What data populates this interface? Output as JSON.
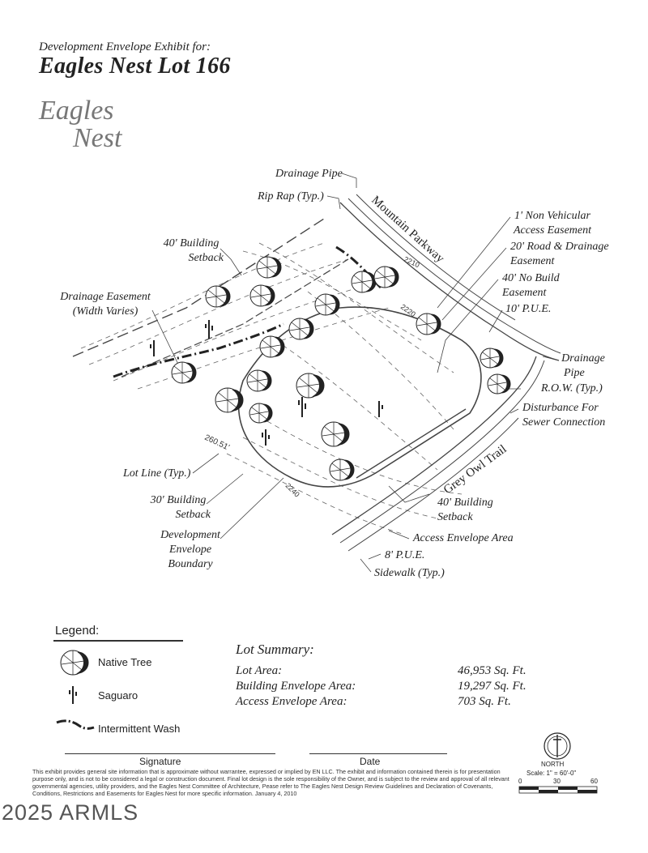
{
  "header": {
    "subtitle": "Development Envelope Exhibit for:",
    "title": "Eagles Nest Lot 166",
    "logo_line1": "Eagles",
    "logo_line2": "Nest"
  },
  "map": {
    "streets": {
      "mountain_parkway": "Mountain Parkway",
      "grey_owl_trail": "Grey Owl Trail"
    },
    "contours": [
      "2210",
      "2220",
      "2240"
    ],
    "lot_dimension": "260.51'",
    "labels": {
      "drainage_pipe_top": "Drainage Pipe",
      "rip_rap": "Rip Rap (Typ.)",
      "non_vehicular_1": "1' Non Vehicular",
      "non_vehicular_2": "Access Easement",
      "road_drainage_1": "20' Road & Drainage",
      "road_drainage_2": "Easement",
      "no_build_1": "40' No Build",
      "no_build_2": "Easement",
      "pue_10": "10' P.U.E.",
      "building_setback_40_1": "40' Building",
      "building_setback_40_2": "Setback",
      "drainage_easement_1": "Drainage Easement",
      "drainage_easement_2": "(Width Varies)",
      "drainage_pipe_right_1": "Drainage",
      "drainage_pipe_right_2": "Pipe",
      "row": "R.O.W. (Typ.)",
      "disturbance_1": "Disturbance For",
      "disturbance_2": "Sewer Connection",
      "lot_line": "Lot Line (Typ.)",
      "building_setback_30_1": "30' Building",
      "building_setback_30_2": "Setback",
      "dev_envelope_1": "Development",
      "dev_envelope_2": "Envelope",
      "dev_envelope_3": "Boundary",
      "building_setback_40b_1": "40' Building",
      "building_setback_40b_2": "Setback",
      "access_envelope": "Access Envelope Area",
      "pue_8": "8' P.U.E.",
      "sidewalk": "Sidewalk (Typ.)"
    }
  },
  "legend": {
    "title": "Legend:",
    "items": [
      "Native Tree",
      "Saguaro",
      "Intermittent Wash"
    ]
  },
  "summary": {
    "title": "Lot Summary:",
    "rows": [
      {
        "label": "Lot Area:",
        "value": "46,953 Sq. Ft."
      },
      {
        "label": "Building Envelope Area:",
        "value": "19,297 Sq. Ft."
      },
      {
        "label": "Access Envelope Area:",
        "value": "703 Sq. Ft."
      }
    ]
  },
  "footer": {
    "signature": "Signature",
    "date": "Date",
    "disclaimer": "This exhibit provides general site information that is approximate without warrantee, expressed or implied by EN LLC. The exhibit and information contained therein is for presentation purpose only, and is not to be considered a legal or construction document. Final lot design is the sole responsibility of the Owner, and is subject to the review and approval of all relevant governmental agencies, utility providers, and the Eagles Nest Committee of Architecture, Pease refer to The Eagles Nest Design Review Guidelines and Declaration of Covenants, Conditions, Restrictions and Easements for Eagles Nest for more specific information. January 4, 2010",
    "north": "NORTH",
    "scale": "Scale: 1\" = 60'-0\"",
    "ticks": [
      "0",
      "30",
      "60"
    ],
    "copyright": "2025 ARMLS"
  }
}
